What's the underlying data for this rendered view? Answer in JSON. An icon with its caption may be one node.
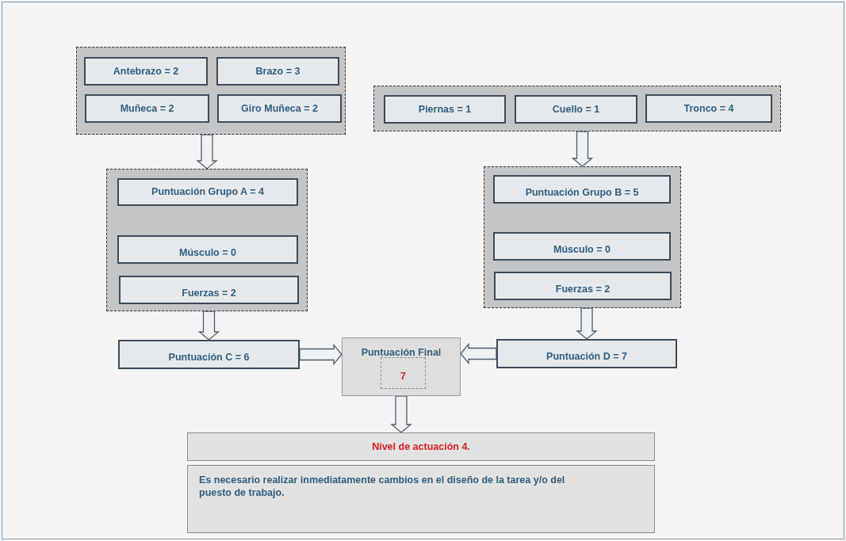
{
  "diagram": {
    "nodes": [
      {
        "text": [],
        "shape": "box"
      },
      {
        "text": [
          "Antebrazo = 2"
        ],
        "in": 0
      },
      {
        "text": [
          "Brazo = 3"
        ],
        "in": 0
      },
      {
        "text": [
          "Muñeca = 2"
        ],
        "in": 0
      },
      {
        "text": [
          "Giro Muñeca = 2"
        ],
        "in": 0
      },
      {
        "text": [],
        "shape": "box"
      },
      {
        "text": [
          "Piernas = 1"
        ],
        "in": 5
      },
      {
        "text": [
          "Cuello = 1"
        ],
        "in": 5
      },
      {
        "text": [
          "Tronco = 4"
        ],
        "in": 5
      },
      {
        "text": [],
        "shape": "box"
      },
      {
        "text": [
          "Puntuación Grupo A = 4"
        ],
        "in": 9
      },
      {
        "text": [
          "Músculo = 0"
        ],
        "in": 9
      },
      {
        "text": [
          "Fuerzas = 2"
        ],
        "in": 9
      },
      {
        "text": [],
        "shape": "box"
      },
      {
        "text": [
          "Puntuación Grupo B = 5"
        ],
        "in": 13
      },
      {
        "text": [
          "Músculo = 0"
        ],
        "in": 13
      },
      {
        "text": [
          "Fuerzas = 2"
        ],
        "in": 13
      },
      {
        "text": [
          "Puntuación C = 6"
        ]
      },
      {
        "text": [
          "Puntuación Final"
        ]
      },
      {
        "text": [
          "7"
        ],
        "in": 18
      },
      {
        "text": [
          "Puntuación D = 7"
        ]
      },
      {
        "text": [
          "Nivel de actuación 4."
        ]
      },
      {
        "text": [
          "Es necesario realizar inmediatamente cambios en el diseño de la tarea y/o del puesto de trabajo."
        ]
      }
    ],
    "edges": [
      {
        "from": 0,
        "to": 9,
        "arrow": "to"
      },
      {
        "from": 5,
        "to": 13,
        "arrow": "to"
      },
      {
        "from": 9,
        "to": 17,
        "arrow": "to"
      },
      {
        "from": 13,
        "to": 20,
        "arrow": "to"
      },
      {
        "from": 17,
        "to": 18,
        "arrow": "to"
      },
      {
        "from": 20,
        "to": 18,
        "arrow": "to"
      },
      {
        "from": 18,
        "to": 21,
        "arrow": "to"
      }
    ]
  }
}
